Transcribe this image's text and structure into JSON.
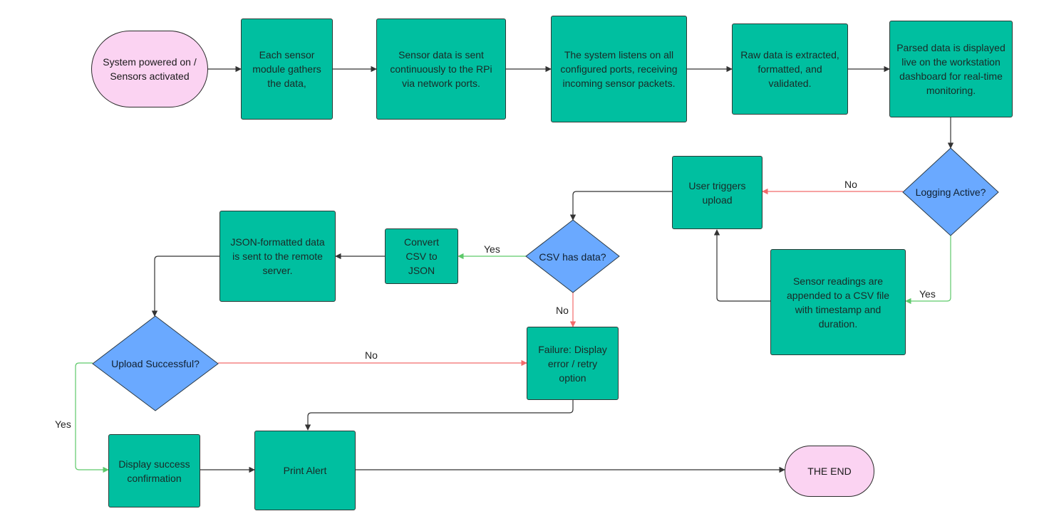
{
  "colors": {
    "process_fill": "#00bfa0",
    "decision_fill": "#6aa9ff",
    "terminal_fill": "#fbd3f2",
    "yes_edge": "#5dc96a",
    "no_edge": "#f26b6b",
    "default_edge": "#333333"
  },
  "nodes": {
    "start": "System powered on / Sensors activated",
    "gather": "Each sensor module gathers the data,",
    "send_rpi": "Sensor data is sent continuously to the RPi via network ports.",
    "listen": "The system listens on all configured ports, receiving incoming sensor packets.",
    "extract": "Raw data is extracted, formatted, and validated.",
    "display": "Parsed data is displayed live on the workstation dashboard for real-time monitoring.",
    "logging_active": "Logging Active?",
    "user_upload": "User triggers upload",
    "append_csv": "Sensor readings are appended to a CSV file with timestamp and duration.",
    "csv_has_data": "CSV has data?",
    "convert": "Convert CSV to JSON",
    "json_sent": "JSON-formatted data is sent to the remote server.",
    "upload_success": "Upload Successful?",
    "failure": "Failure: Display error / retry option",
    "success_confirm": "Display success confirmation",
    "print_alert": "Print Alert",
    "end": "THE END"
  },
  "edge_labels": {
    "logging_no": "No",
    "logging_yes": "Yes",
    "csv_yes": "Yes",
    "csv_no": "No",
    "upload_no": "No",
    "upload_yes": "Yes"
  }
}
